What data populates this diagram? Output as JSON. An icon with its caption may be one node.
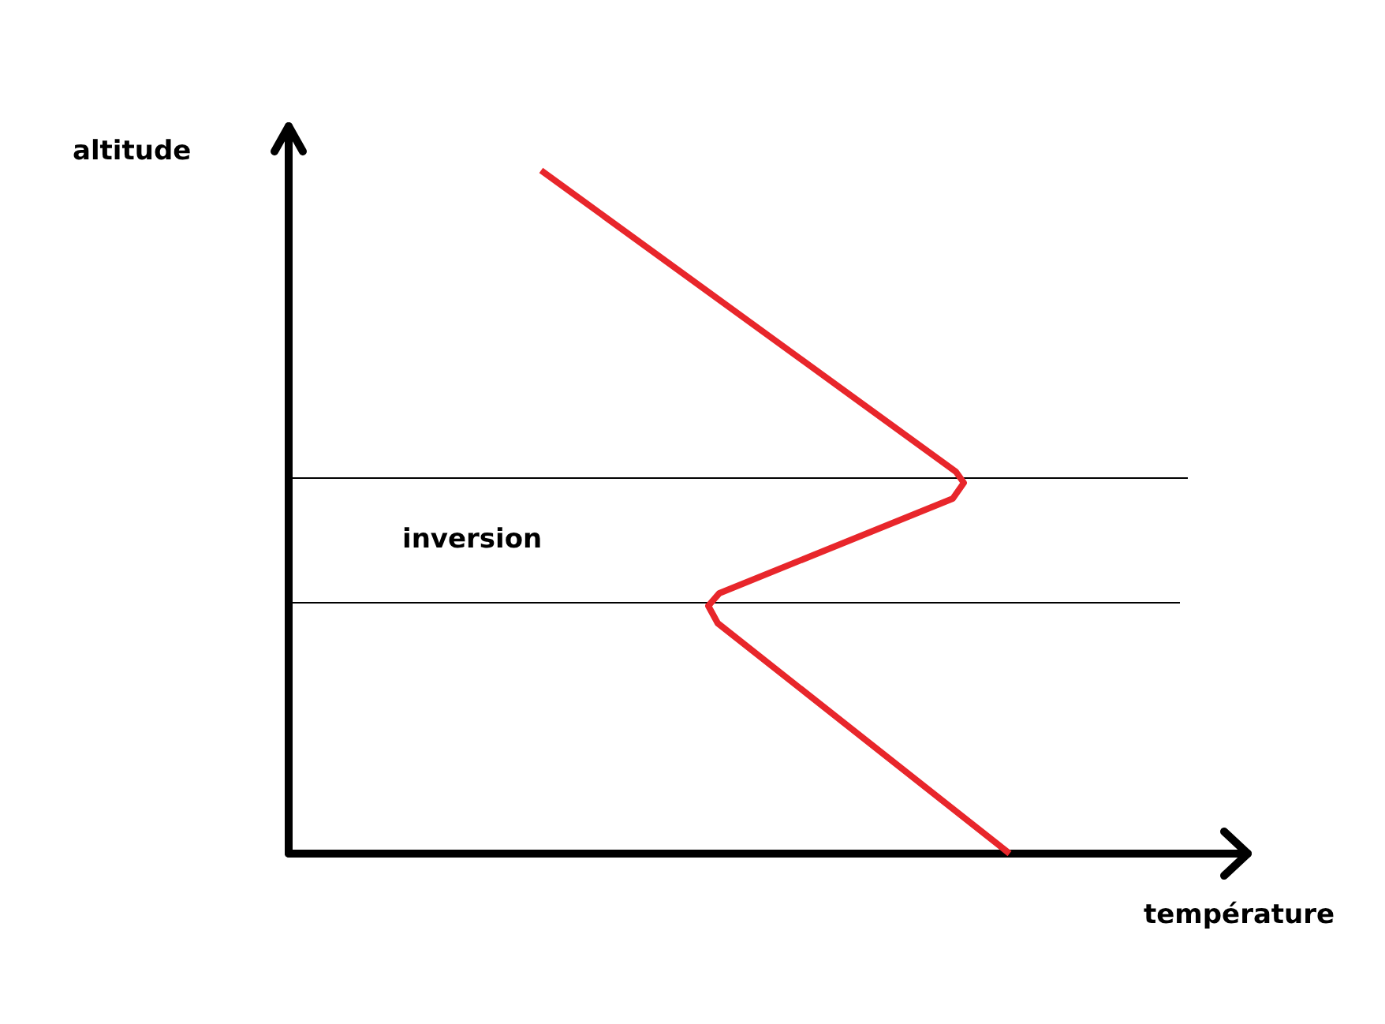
{
  "diagram": {
    "labels": [
      "altitude",
      "inversion",
      "température"
    ]
  }
}
